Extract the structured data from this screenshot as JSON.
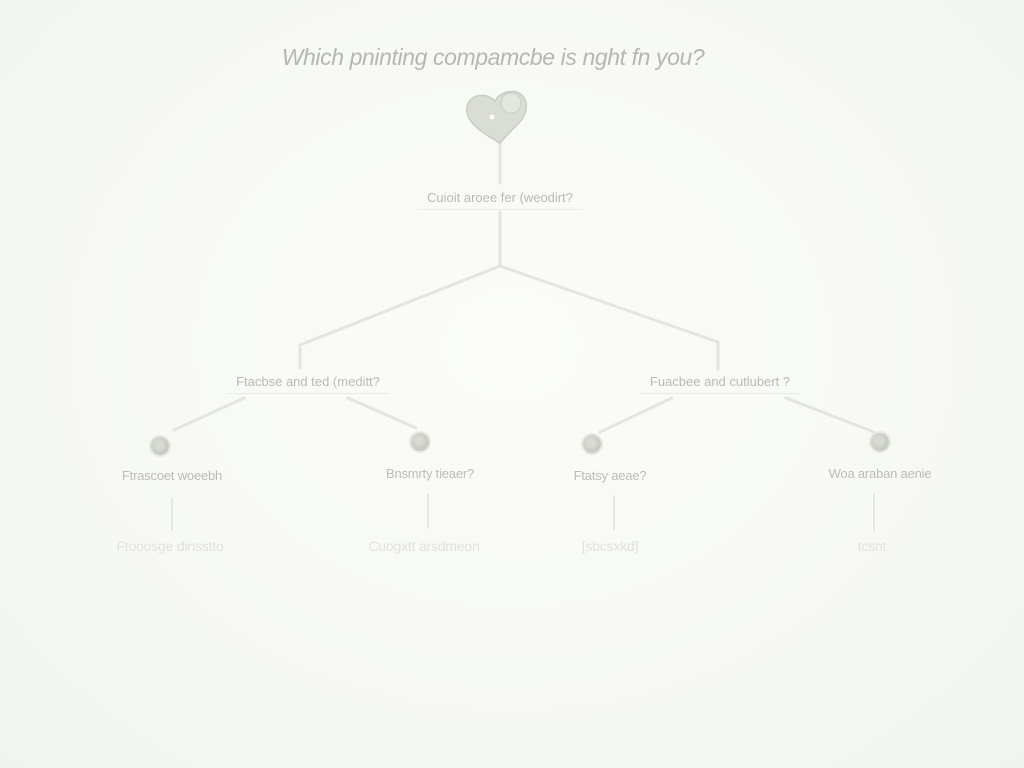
{
  "title": "Which pninting compamcbe is nght fn you?",
  "root": {
    "question": "Cuioit aroee fer (weodirt?",
    "icon": "heart-balloon-icon"
  },
  "branches": [
    {
      "question": "Ftacbse and ted (meditt?",
      "leaves": [
        {
          "label": "Ftrascoet woeebh",
          "result": "Ftooosge dinsstto",
          "icon": "circle-icon"
        },
        {
          "label": "Bnsmrty tieaer?",
          "result": "Cuogxtt arsdmeon",
          "icon": "circle-icon"
        }
      ]
    },
    {
      "question": "Fuacbee and cutlubert ?",
      "leaves": [
        {
          "label": "Ftatsy aeae?",
          "result": "[sbcsxkd]",
          "icon": "circle-icon"
        },
        {
          "label": "Woa araban aenie",
          "result": "tcsnt",
          "icon": "circle-icon"
        }
      ]
    }
  ],
  "colors": {
    "line": "#e3e6df",
    "text": "#b7bbb2",
    "faint_text": "#dfe3db",
    "background": "#f8faf6"
  }
}
